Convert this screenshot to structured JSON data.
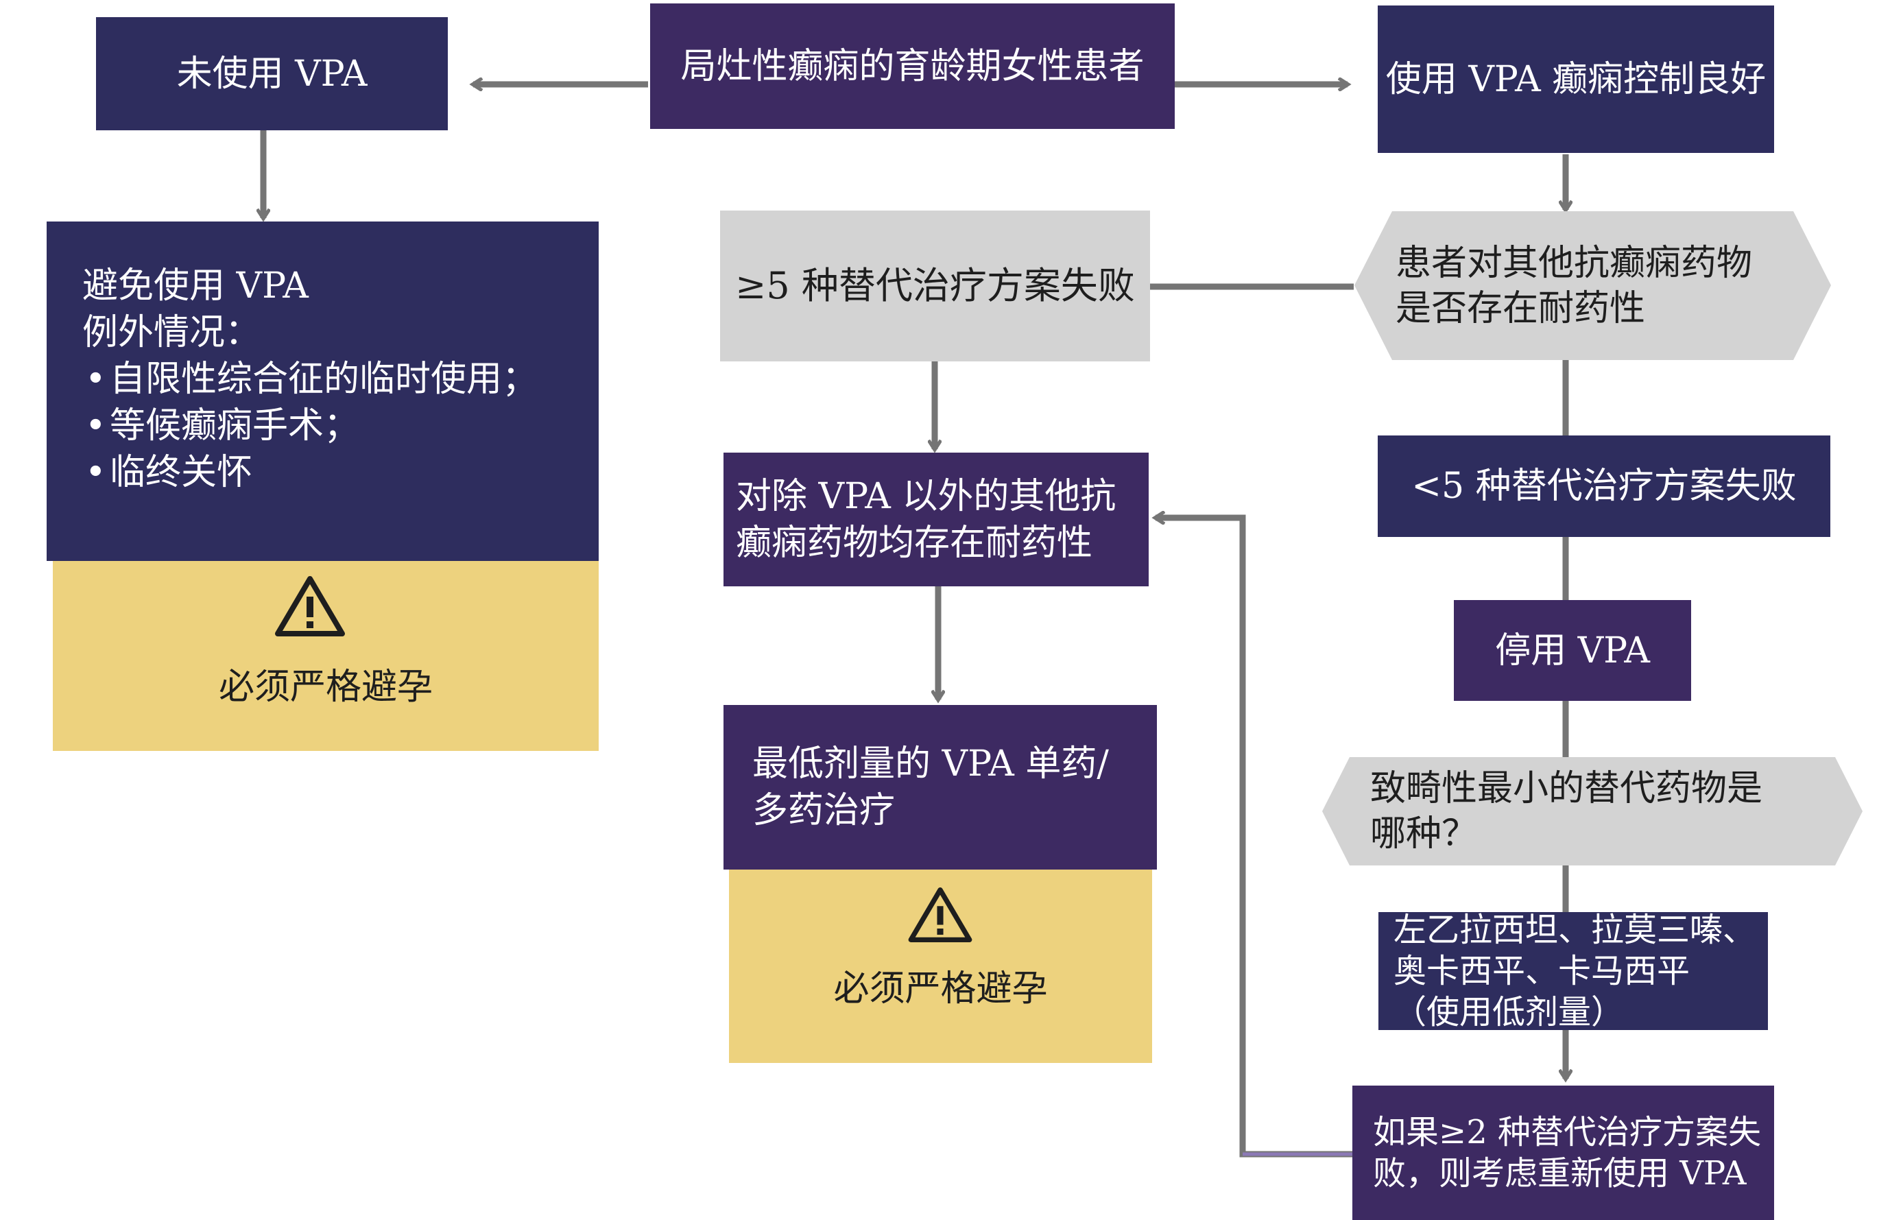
{
  "diagram": {
    "root": "局灶性癫痫的育龄期女性患者",
    "left_branch": {
      "title": "未使用 VPA",
      "avoid_heading": "避免使用 VPA",
      "exceptions_heading": "例外情况：",
      "exceptions": [
        "自限性综合征的临时使用；",
        "等候癫痫手术；",
        "临终关怀"
      ],
      "warning": "必须严格避孕",
      "warning_icon": "warning-triangle-icon"
    },
    "right_branch": {
      "title": "使用 VPA 癫痫控制良好",
      "question_resistance": [
        "患者对其他抗癫痫药物",
        "是否存在耐药性"
      ],
      "under5_failed": "<5 种替代治疗方案失败",
      "stop_vpa": "停用 VPA",
      "question_teratogen": [
        "致畸性最小的替代药物是",
        "哪种？"
      ],
      "alternatives": [
        "左乙拉西坦、拉莫三嗪、",
        "奥卡西平、卡马西平",
        "（使用低剂量）"
      ],
      "reconsider": [
        "如果≥2 种替代治疗方案失",
        "败，则考虑重新使用 VPA"
      ]
    },
    "middle_branch": {
      "over5_failed": "≥5 种替代治疗方案失败",
      "resistant_all": [
        "对除 VPA 以外的其他抗",
        "癫痫药物均存在耐药性"
      ],
      "lowest_dose": [
        "最低剂量的 VPA 单药/",
        "多药治疗"
      ],
      "warning": "必须严格避孕",
      "warning_icon": "warning-triangle-icon"
    },
    "colors": {
      "navy": "#2e2d5e",
      "purple": "#3d2a62",
      "gray": "#d3d3d3",
      "yellow": "#edd27e",
      "arrow": "#757575"
    }
  }
}
